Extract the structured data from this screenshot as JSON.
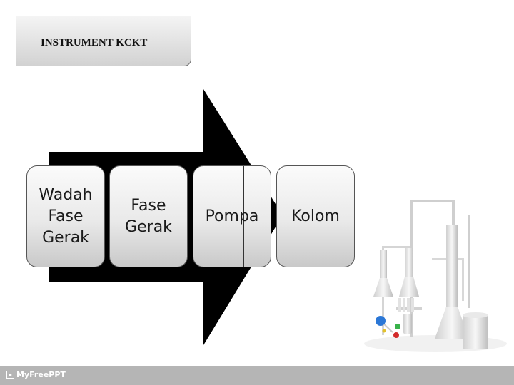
{
  "slide": {
    "title": "INSTRUMENT KCKT",
    "steps": [
      {
        "label": "Wadah\nFase\nGerak"
      },
      {
        "label": "Fase\nGerak"
      },
      {
        "label": "Pompa"
      },
      {
        "label": "Kolom"
      }
    ]
  },
  "footer": {
    "brand": "MyFreePPT"
  },
  "icons": [
    "flow-arrow",
    "lab-glassware-illustration",
    "play-box-icon"
  ]
}
